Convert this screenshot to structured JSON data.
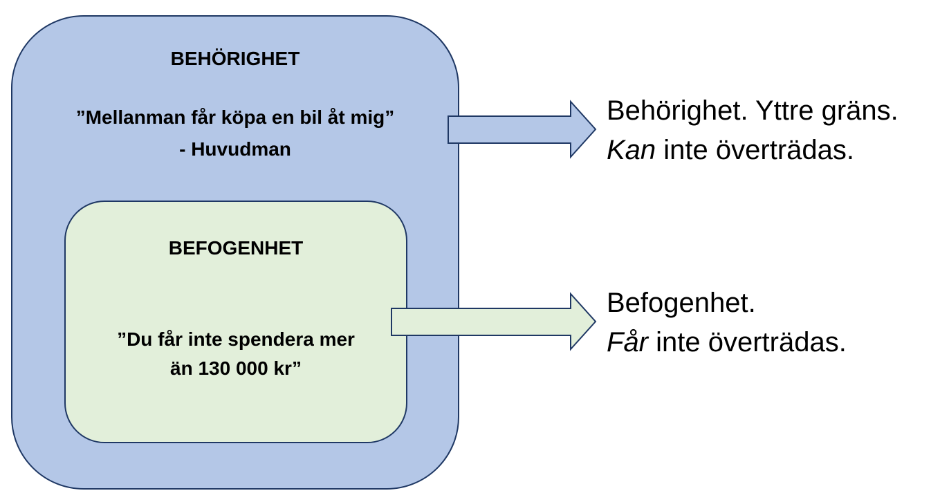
{
  "outer": {
    "title": "BEHÖRIGHET",
    "quote": "”Mellanman får köpa en bil åt mig”",
    "attribution": "- Huvudman",
    "fill_color": "#b4c7e7"
  },
  "inner": {
    "title": "BEFOGENHET",
    "quote_line1": "”Du får inte spendera mer",
    "quote_line2": "än 130 000 kr”",
    "fill_color": "#e2efda"
  },
  "right_top": {
    "line1": "Behörighet. Yttre gräns.",
    "line2_em": "Kan",
    "line2_rest": " inte överträdas."
  },
  "right_bottom": {
    "line1": "Befogenhet.",
    "line2_em": "Får",
    "line2_rest": " inte överträdas."
  },
  "colors": {
    "outline": "#1f3864",
    "arrow_top_fill": "#b4c7e7",
    "arrow_bottom_fill": "#e2efda"
  }
}
